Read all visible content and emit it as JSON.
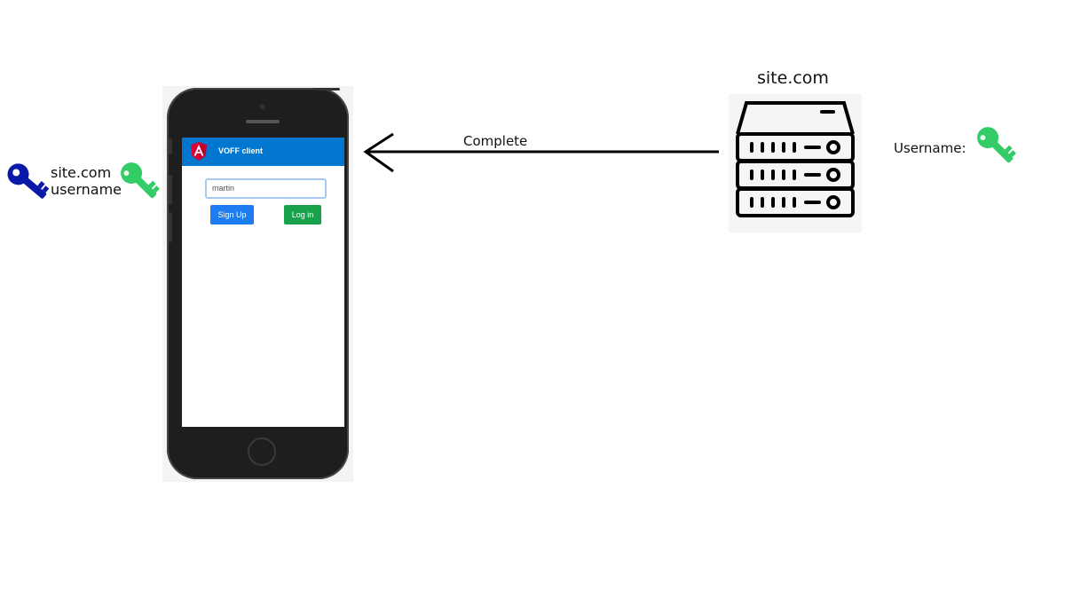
{
  "client": {
    "app_title": "VOFF client",
    "username_value": "martin",
    "signup_label": "Sign Up",
    "login_label": "Log in"
  },
  "server": {
    "title": "site.com"
  },
  "arrow": {
    "label": "Complete",
    "direction": "server-to-client"
  },
  "left_key": {
    "line1": "site.com",
    "line2": "username"
  },
  "right_key": {
    "label": "Username:"
  },
  "icons": {
    "blue_key": "key-icon",
    "green_key": "key-icon",
    "server": "server-rack-icon",
    "app_logo": "angular-logo-icon"
  },
  "colors": {
    "blue_key": "#0a1aa8",
    "green_key": "#33cc66",
    "app_bar": "#0277d0",
    "signup_button": "#1c7cf0",
    "login_button": "#1aa14b"
  }
}
